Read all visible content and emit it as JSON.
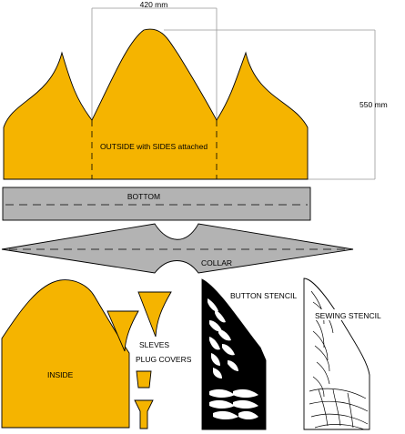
{
  "colors": {
    "fabric": "#F5B400",
    "gray": "#B3B3B3",
    "outline": "#000000",
    "dimension_line": "#999999",
    "stencil_black": "#000000",
    "background": "#FFFFFF"
  },
  "dimensions": {
    "width_label": "420 mm",
    "height_label": "550 mm"
  },
  "pieces": {
    "outside": "OUTSIDE with SIDES attached",
    "bottom": "BOTTOM",
    "collar": "COLLAR",
    "inside": "INSIDE",
    "sleeves": "SLEVES",
    "plug_covers": "PLUG COVERS",
    "button_stencil": "BUTTON STENCIL",
    "sewing_stencil": "SEWING STENCIL"
  }
}
